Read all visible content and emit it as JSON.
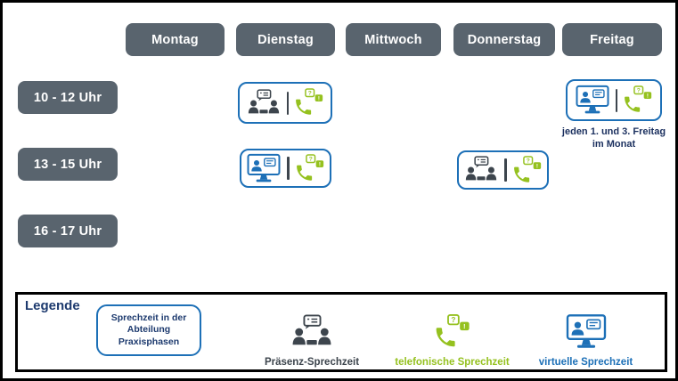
{
  "days": [
    "Montag",
    "Dienstag",
    "Mittwoch",
    "Donnerstag",
    "Freitag"
  ],
  "times": [
    "10 - 12 Uhr",
    "13 - 15 Uhr",
    "16 - 17 Uhr"
  ],
  "entries": [
    {
      "day": "Dienstag",
      "time": "10 - 12 Uhr",
      "types": [
        "praesenz-sprechzeit",
        "telefonische-sprechzeit"
      ]
    },
    {
      "day": "Freitag",
      "time": "10 - 12 Uhr",
      "types": [
        "virtuelle-sprechzeit",
        "telefonische-sprechzeit"
      ],
      "note": "jeden 1. und 3. Freitag im Monat"
    },
    {
      "day": "Dienstag",
      "time": "13 - 15 Uhr",
      "types": [
        "virtuelle-sprechzeit",
        "telefonische-sprechzeit"
      ]
    },
    {
      "day": "Donnerstag",
      "time": "13 - 15 Uhr",
      "types": [
        "praesenz-sprechzeit",
        "telefonische-sprechzeit"
      ]
    }
  ],
  "legend": {
    "title": "Legende",
    "department_box_label": "Sprechzeit in der Abteilung Praxisphasen",
    "items": [
      {
        "icon": "meeting-icon",
        "label": "Präsenz-Sprechzeit",
        "color": "#3d454d"
      },
      {
        "icon": "phone-icon",
        "label": "telefonische Sprechzeit",
        "color": "#95c11f"
      },
      {
        "icon": "virtual-icon",
        "label": "virtuelle Sprechzeit",
        "color": "#1d70b7"
      }
    ]
  },
  "colors": {
    "header_bg": "#59646e",
    "accent_blue": "#1d70b7",
    "green": "#95c11f",
    "navy": "#1d3a6e",
    "icon_gray": "#3d454d",
    "border_black": "#000000"
  }
}
